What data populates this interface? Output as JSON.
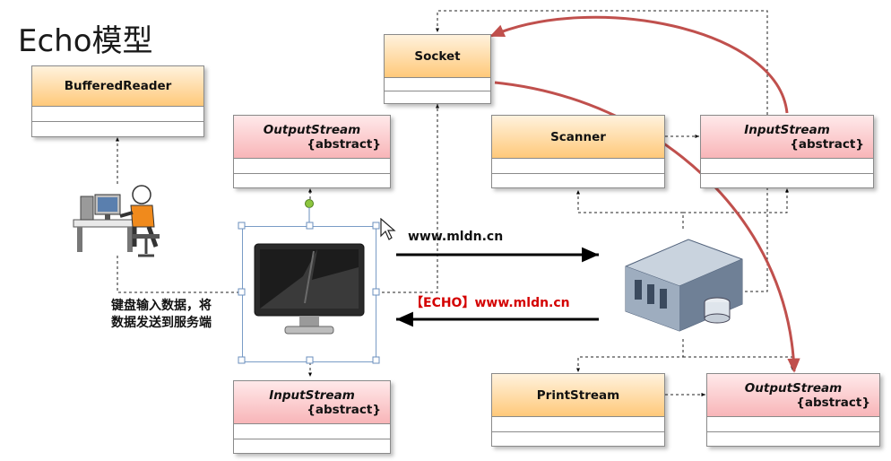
{
  "title": "Echo模型",
  "boxes": {
    "buffered_reader": "BufferedReader",
    "socket": "Socket",
    "output_stream_left": {
      "name": "OutputStream",
      "stereotype": "{abstract}"
    },
    "scanner": "Scanner",
    "input_stream_right": {
      "name": "InputStream",
      "stereotype": "{abstract}"
    },
    "input_stream_left": {
      "name": "InputStream",
      "stereotype": "{abstract}"
    },
    "print_stream": "PrintStream",
    "output_stream_right": {
      "name": "OutputStream",
      "stereotype": "{abstract}"
    }
  },
  "labels": {
    "request": "www.mldn.cn",
    "echo_response": "【ECHO】www.mldn.cn",
    "keyboard_caption_line1": "键盘输入数据，将",
    "keyboard_caption_line2": "数据发送到服务端"
  },
  "icons": {
    "client_user": "user-at-computer-icon",
    "monitor": "monitor-icon",
    "server": "server-icon",
    "cursor": "mouse-cursor-icon"
  },
  "colors": {
    "class_header_orange": "#ffc97a",
    "abstract_header_pink": "#f8b5b8",
    "association_arc": "#c0504d",
    "response_text": "#d40000"
  }
}
